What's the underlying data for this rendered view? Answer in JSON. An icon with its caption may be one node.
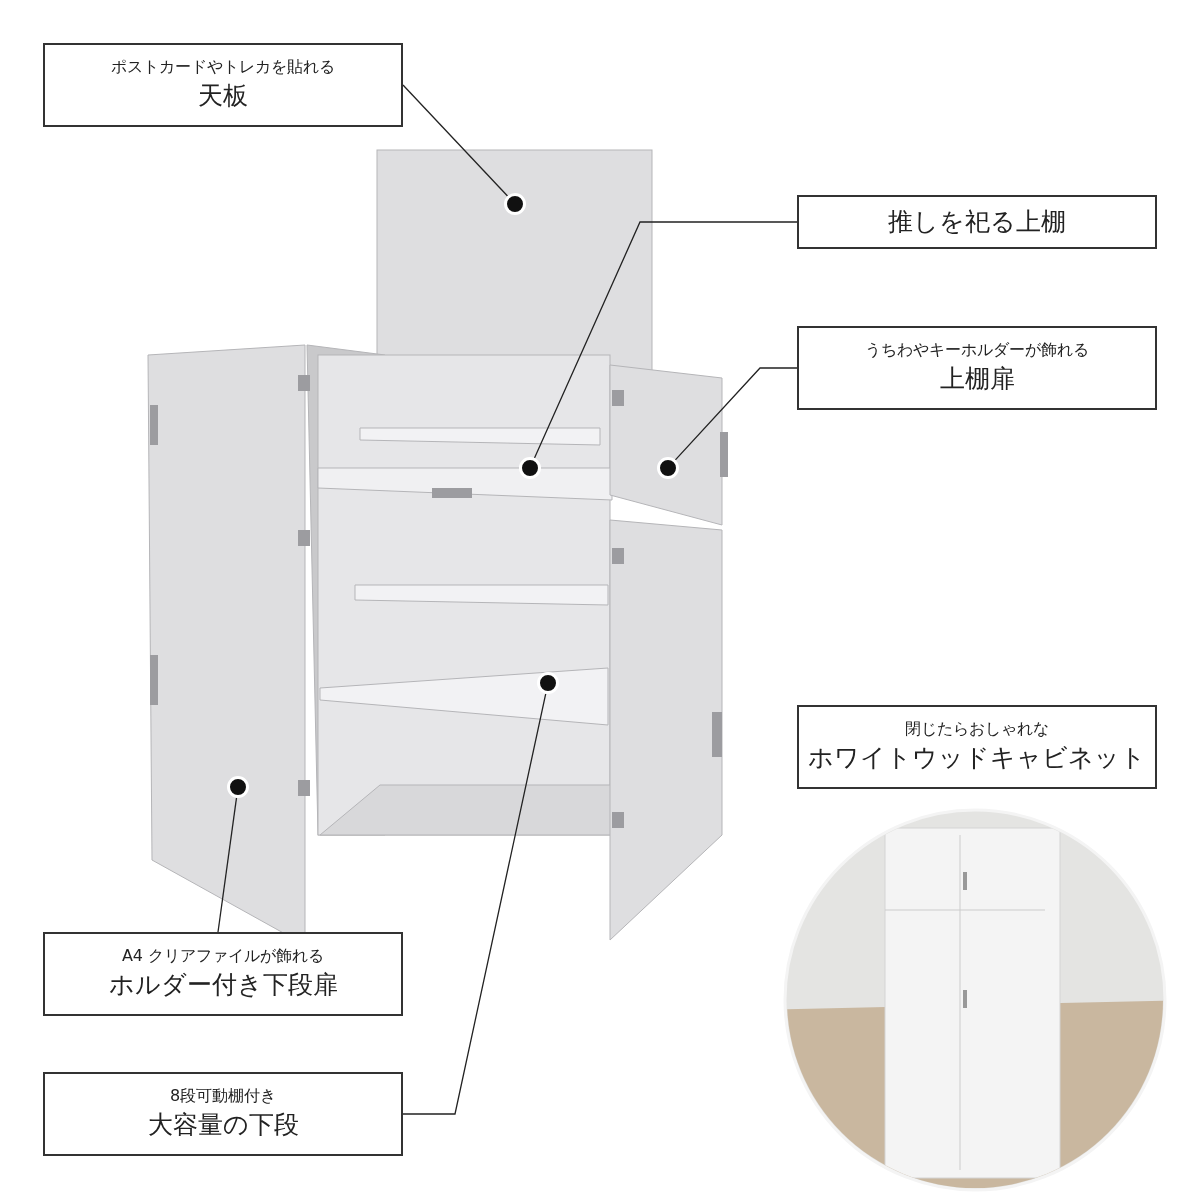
{
  "diagram": {
    "nodes": [
      {
        "text": [
          "ポストカードやトレカを貼れる",
          "天板"
        ]
      },
      {
        "text": [
          "推しを祀る上棚"
        ]
      },
      {
        "text": [
          "うちわやキーホルダーが飾れる",
          "上棚扉"
        ]
      },
      {
        "text": [
          "閉じたらおしゃれな",
          "ホワイトウッドキャビネット"
        ]
      },
      {
        "text": [
          "A4 クリアファイルが飾れる",
          "ホルダー付き下段扉"
        ]
      },
      {
        "text": [
          "8段可動棚付き",
          "大容量の下段"
        ]
      },
      {
        "text": [],
        "shape": "circle"
      },
      {
        "text": [],
        "shape": "circle"
      },
      {
        "text": [],
        "shape": "circle"
      },
      {
        "text": [],
        "shape": "circle"
      },
      {
        "text": [],
        "shape": "circle"
      }
    ],
    "edges": [
      {
        "from": 0,
        "to": 6,
        "arrow": "none"
      },
      {
        "from": 1,
        "to": 7,
        "arrow": "none"
      },
      {
        "from": 2,
        "to": 8,
        "arrow": "none"
      },
      {
        "from": 4,
        "to": 9,
        "arrow": "none"
      },
      {
        "from": 5,
        "to": 10,
        "arrow": "none"
      }
    ]
  }
}
